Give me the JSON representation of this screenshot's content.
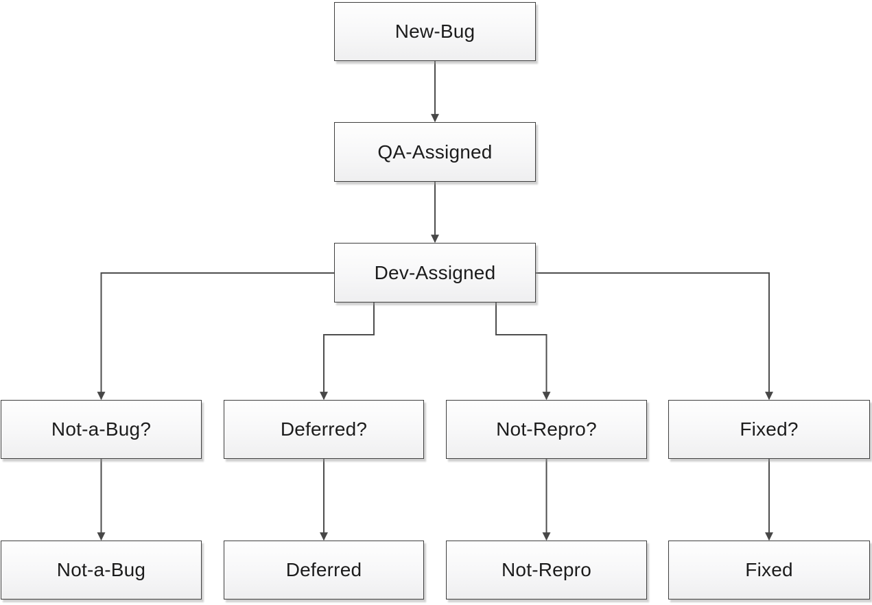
{
  "diagram": {
    "type": "flowchart",
    "background_color": "#ffffff",
    "colors": {
      "node_fill_top": "#fefefe",
      "node_fill_bottom": "#efeff0",
      "node_border": "#3d3d3d",
      "connector": "#4d4d4d",
      "arrowhead": "#474747",
      "text": "#1c1c1c"
    },
    "nodes": [
      {
        "id": "new-bug",
        "label": "New-Bug"
      },
      {
        "id": "qa-assigned",
        "label": "QA-Assigned"
      },
      {
        "id": "dev-assigned",
        "label": "Dev-Assigned"
      },
      {
        "id": "not-a-bug-q",
        "label": "Not-a-Bug?"
      },
      {
        "id": "deferred-q",
        "label": "Deferred?"
      },
      {
        "id": "not-repro-q",
        "label": "Not-Repro?"
      },
      {
        "id": "fixed-q",
        "label": "Fixed?"
      },
      {
        "id": "not-a-bug",
        "label": "Not-a-Bug"
      },
      {
        "id": "deferred",
        "label": "Deferred"
      },
      {
        "id": "not-repro",
        "label": "Not-Repro"
      },
      {
        "id": "fixed",
        "label": "Fixed"
      }
    ],
    "edges": [
      {
        "from": "new-bug",
        "to": "qa-assigned"
      },
      {
        "from": "qa-assigned",
        "to": "dev-assigned"
      },
      {
        "from": "dev-assigned",
        "to": "not-a-bug-q"
      },
      {
        "from": "dev-assigned",
        "to": "deferred-q"
      },
      {
        "from": "dev-assigned",
        "to": "not-repro-q"
      },
      {
        "from": "dev-assigned",
        "to": "fixed-q"
      },
      {
        "from": "not-a-bug-q",
        "to": "not-a-bug"
      },
      {
        "from": "deferred-q",
        "to": "deferred"
      },
      {
        "from": "not-repro-q",
        "to": "not-repro"
      },
      {
        "from": "fixed-q",
        "to": "fixed"
      }
    ]
  }
}
